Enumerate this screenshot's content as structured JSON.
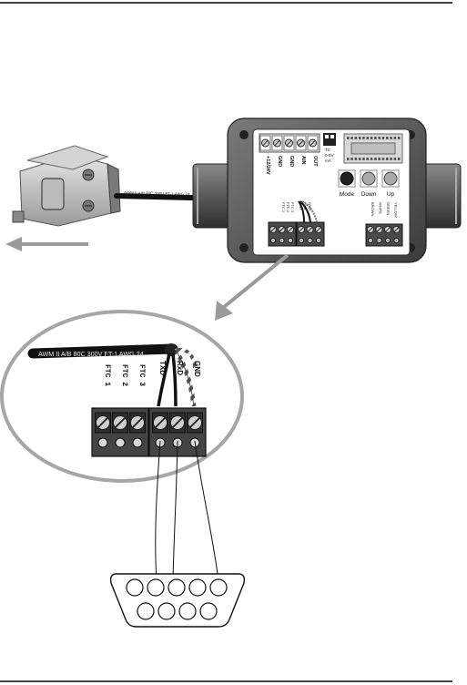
{
  "cable": {
    "jacket_text": "AWM II A/B 80C 300V FT-1 AWG 24",
    "jacket_text_closeup": "AWM II A/B 80C 300V FT-1 AWG 24"
  },
  "device": {
    "top_terminals": [
      "+12/24V",
      "GND",
      "GND",
      "AIN",
      "OUT"
    ],
    "switch_labels": [
      "TC",
      "0-5V",
      "mA"
    ],
    "buttons": [
      "Mode",
      "Down",
      "Up"
    ],
    "left_block_labels": [
      "FTC 1",
      "FTC 2",
      "FTC 3"
    ],
    "right_block_labels": [
      "TXD",
      "RXD",
      "GND"
    ],
    "right_side_labels": [
      "BROWN",
      "WHITE",
      "GREEN",
      "YELLOW"
    ]
  },
  "closeup": {
    "left_labels": [
      "FTC 1",
      "FTC 2",
      "FTC 3"
    ],
    "right_labels": [
      "TXD",
      "RxD",
      "GND"
    ]
  }
}
